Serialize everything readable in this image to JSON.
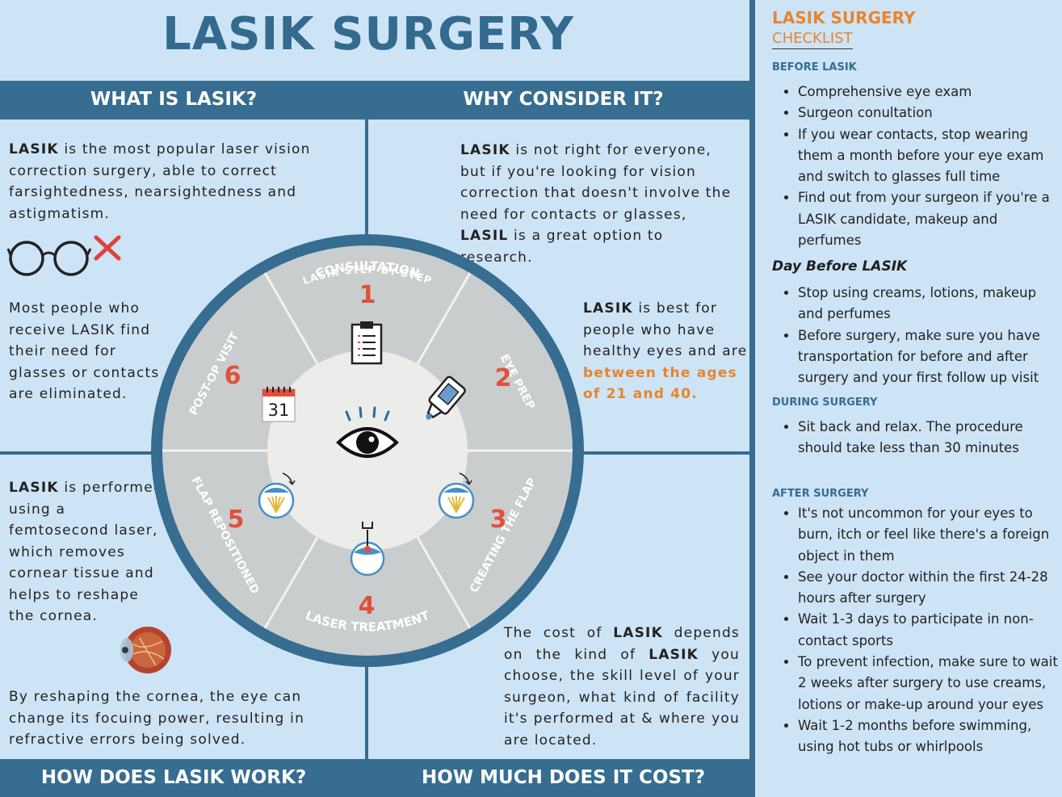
{
  "title": "LASIK SURGERY",
  "sections": {
    "what": {
      "heading": "WHAT IS LASIK?"
    },
    "why": {
      "heading": "WHY CONSIDER IT?"
    },
    "how": {
      "heading": "HOW DOES LASIK WORK?"
    },
    "cost": {
      "heading": "HOW MUCH DOES IT COST?"
    }
  },
  "text": {
    "what_bold": "LASIK",
    "what_rest": " is the most popular laser vision correction surgery, able to correct farsightedness, nearsightedness and astigmatism.",
    "most_people": "Most people who receive LASIK find their need for glasses or contacts are eliminated.",
    "why_bold1": "LASIK",
    "why_rest1": " is not right for everyone, but if you're looking for vision correction that doesn't involve  the need for contacts or glasses, ",
    "why_bold2": "LASIL",
    "why_rest2": " is a great option to research.",
    "best_bold": "LASIK",
    "best_rest": " is best for people who have healthy eyes and are ",
    "best_highlight": "between the ages of 21 and 40.",
    "how_bold": "LASIK",
    "how_rest": " is performed using a femtosecond laser, which removes cornear tissue and helps to reshape the cornea.",
    "reshape": "By reshaping the cornea, the eye can change its focuing power, resulting in refractive errors being solved.",
    "cost_1": "The cost of ",
    "cost_bold1": "LASIK",
    "cost_2": " depends on the kind of ",
    "cost_bold2": "LASIK",
    "cost_3": " you choose, the skill level of your surgeon, what kind of facility it's performed at & where you are located."
  },
  "wheel": {
    "ring_label": "LASIK STEP-BY-STEP",
    "calendar_day": "31",
    "steps": [
      {
        "number": "1",
        "label": "CONSULTATION",
        "icon": "clipboard-icon"
      },
      {
        "number": "2",
        "label": "EYE PREP",
        "icon": "eye-drops-icon"
      },
      {
        "number": "3",
        "label": "CREATING THE FLAP",
        "icon": "eyeball-icon"
      },
      {
        "number": "4",
        "label": "LASER TREATMENT",
        "icon": "laser-eye-icon"
      },
      {
        "number": "5",
        "label": "FLAP REPOSITIONED",
        "icon": "eyeball-icon"
      },
      {
        "number": "6",
        "label": "POST-OP VISIT",
        "icon": "calendar-icon"
      }
    ]
  },
  "checklist": {
    "title1": "LASIK SURGERY",
    "title2": "CHECKLIST",
    "before_heading": "BEFORE LASIK",
    "before_items": [
      "Comprehensive eye exam",
      "Surgeon conultation",
      "If you wear contacts, stop wearing them a month before your eye exam and switch to glasses full time",
      "Find out from your surgeon if you're a LASIK candidate, makeup and perfumes"
    ],
    "day_before_heading": "Day Before LASIK",
    "day_before_items": [
      "Stop using creams, lotions, makeup and perfumes",
      "Before surgery, make sure you have transportation for before and after surgery and your first follow up visit"
    ],
    "during_heading": "DURING SURGERY",
    "during_items": [
      "Sit back and relax. The procedure should take less than 30 minutes"
    ],
    "after_heading": "AFTER SURGERY",
    "after_items": [
      "It's not uncommon for your eyes to burn, itch or feel like there's a foreign object in them",
      "See your doctor within the first 24-28 hours after surgery",
      "Wait 1-3 days to participate in non-contact sports",
      "To prevent infection, make sure to wait 2 weeks after surgery to use creams, lotions or make-up around your eyes",
      "Wait 1-2 months before swimming, using hot tubs or whirlpools"
    ]
  },
  "colors": {
    "background": "#cde4f6",
    "band": "#366d91",
    "title": "#336a8d",
    "accent": "#e8842c",
    "step_number": "#e0503a",
    "wheel_segment": "#c9cdce",
    "wheel_center": "#ececea"
  }
}
